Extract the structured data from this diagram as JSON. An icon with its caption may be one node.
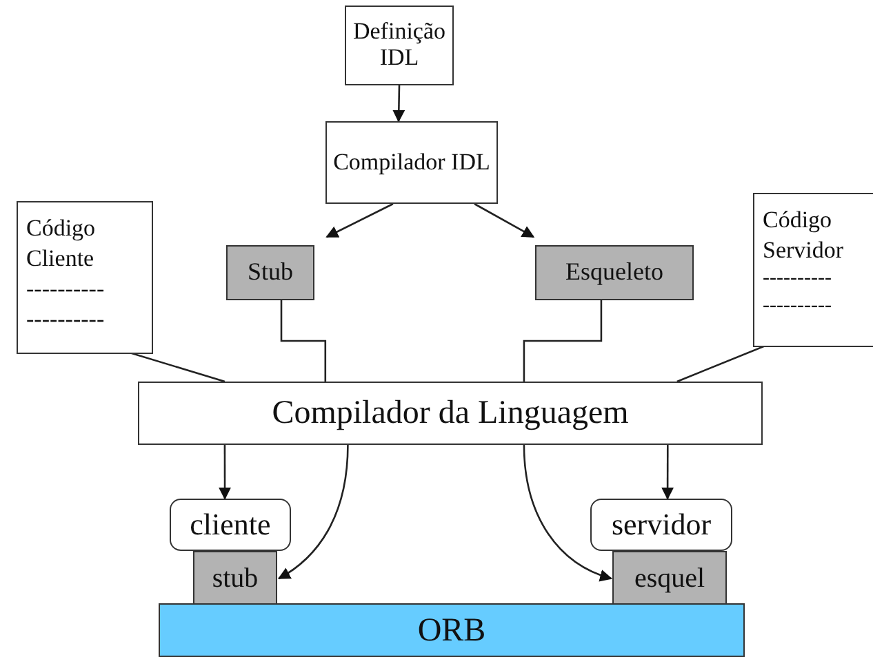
{
  "diagram": {
    "nodes": [
      {
        "text": [
          "Definição IDL"
        ]
      },
      {
        "text": [
          "Compilador IDL"
        ]
      },
      {
        "text": [
          "Código Cliente",
          "----------",
          "----------"
        ]
      },
      {
        "text": [
          "Stub"
        ]
      },
      {
        "text": [
          "Esqueleto"
        ]
      },
      {
        "text": [
          "Código Servidor",
          "----------",
          "----------"
        ]
      },
      {
        "text": [
          "Compilador da Linguagem"
        ]
      },
      {
        "text": [
          "cliente"
        ]
      },
      {
        "text": [
          "stub"
        ]
      },
      {
        "text": [
          "servidor"
        ]
      },
      {
        "text": [
          "esquel"
        ]
      },
      {
        "text": [
          "ORB"
        ]
      }
    ],
    "edges": [
      {
        "from": 0,
        "to": 1,
        "arrow": "to"
      },
      {
        "from": 1,
        "to": 3,
        "arrow": "to"
      },
      {
        "from": 1,
        "to": 4,
        "arrow": "to"
      },
      {
        "from": 2,
        "to": 6,
        "arrow": "none"
      },
      {
        "from": 3,
        "to": 6,
        "arrow": "none"
      },
      {
        "from": 4,
        "to": 6,
        "arrow": "none"
      },
      {
        "from": 5,
        "to": 6,
        "arrow": "none"
      },
      {
        "from": 6,
        "to": 7,
        "arrow": "to"
      },
      {
        "from": 6,
        "to": 8,
        "arrow": "to"
      },
      {
        "from": 6,
        "to": 9,
        "arrow": "to"
      },
      {
        "from": 6,
        "to": 10,
        "arrow": "to"
      }
    ]
  }
}
